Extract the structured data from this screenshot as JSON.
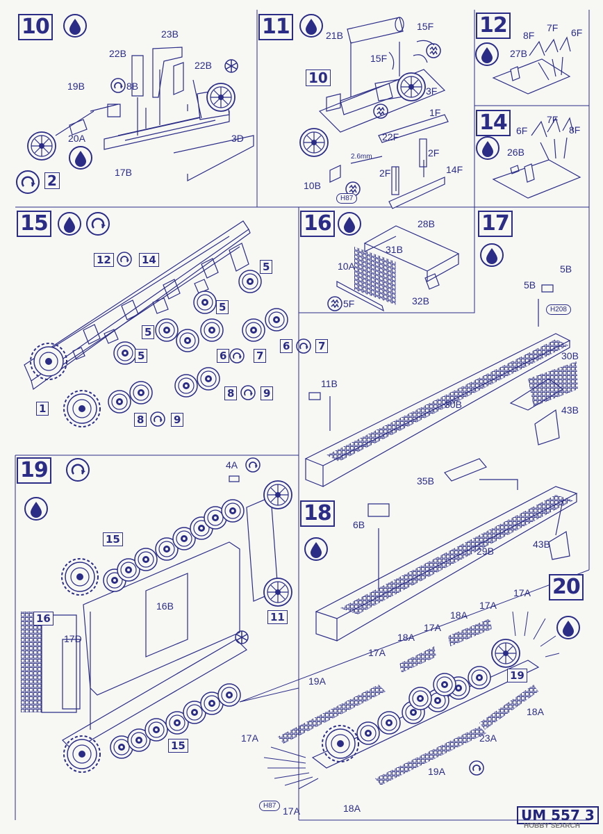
{
  "colors": {
    "ink": "#2a2c86",
    "paper": "#f7f7f4"
  },
  "icons": [
    "cement-drop-icon",
    "rotate-arrow-icon",
    "optional-star-icon",
    "sand-zigzag-icon"
  ],
  "steps": {
    "s10": {
      "number": "10",
      "labels": {
        "p22b": "22B",
        "p23b": "23B",
        "p22b2": "22B",
        "p19b": "19B",
        "p8b": "8B",
        "p20a": "20A",
        "p3d": "3D",
        "p17b": "17B"
      },
      "ref": "2"
    },
    "s11": {
      "number": "11",
      "ref": "10",
      "labels": {
        "p21b": "21B",
        "p15f": "15F",
        "p15f2": "15F",
        "p3f": "3F",
        "p1f": "1F",
        "p22f": "22F",
        "p2f": "2F",
        "p2f2": "2F",
        "p14f": "14F",
        "p10b": "10B",
        "h87": "H87",
        "mm": "2.6mm"
      }
    },
    "s12": {
      "number": "12",
      "labels": {
        "p8f": "8F",
        "p7f": "7F",
        "p6f": "6F",
        "p27b": "27B"
      }
    },
    "s14": {
      "number": "14",
      "labels": {
        "p6f": "6F",
        "p7f": "7F",
        "p8f": "8F",
        "p26b": "26B"
      }
    },
    "s15": {
      "number": "15",
      "refs": {
        "r12": "12",
        "r14": "14",
        "r5a": "5",
        "r5b": "5",
        "r5c": "5",
        "r5d": "5",
        "r6a": "6",
        "r7a": "7",
        "r6b": "6",
        "r7b": "7",
        "r1": "1",
        "r8a": "8",
        "r9a": "9",
        "r8b": "8",
        "r9b": "9"
      }
    },
    "s16": {
      "number": "16",
      "labels": {
        "p28b": "28B",
        "p31b": "31B",
        "p10a": "10A",
        "p32b": "32B",
        "p5f": "5F"
      }
    },
    "s17": {
      "number": "17",
      "labels": {
        "p5b": "5B",
        "p5b2": "5B",
        "h208": "H208",
        "p30b": "30B",
        "p30b2": "30B",
        "p43b": "43B",
        "p11b": "11B"
      }
    },
    "s18": {
      "number": "18",
      "labels": {
        "p35b": "35B",
        "p6b": "6B",
        "p29b": "29B",
        "p43b": "43B"
      }
    },
    "s19": {
      "number": "19",
      "labels": {
        "p4a": "4A",
        "p16b": "16B",
        "p17d": "17D"
      },
      "refs": {
        "r15a": "15",
        "r16": "16",
        "r11": "11",
        "r15b": "15"
      }
    },
    "s20": {
      "number": "20",
      "labels": {
        "p17a1": "17A",
        "p17a2": "17A",
        "p18a1": "18A",
        "p17a3": "17A",
        "p18a2": "18A",
        "p17a4": "17A",
        "p19a1": "19A",
        "p18a3": "18A",
        "p23a": "23A",
        "p17a5": "17A",
        "p19a2": "19A",
        "p17a6": "17A",
        "p18a4": "18A",
        "h87": "H87"
      },
      "refs": {
        "r19": "19"
      }
    },
    "footer": {
      "code": "UM 557 3",
      "watermark": "HOBBY SEARCH"
    }
  }
}
